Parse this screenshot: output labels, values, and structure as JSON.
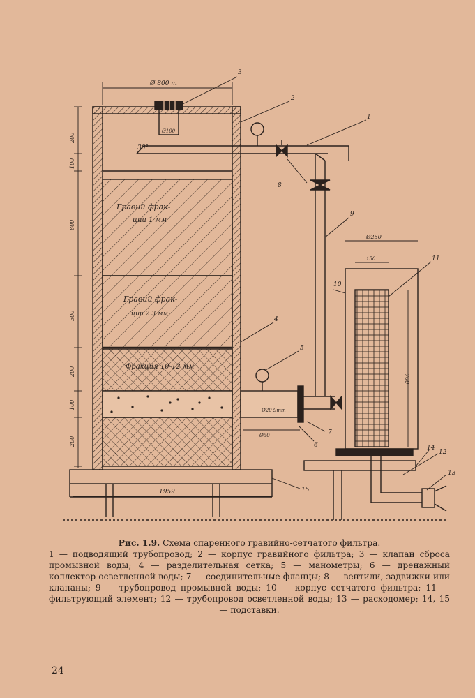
{
  "drawing": {
    "dimensions": {
      "top_diameter": "Ø 800 т",
      "valve_diameter": "Ø100",
      "angle": "30°",
      "height_1": "200",
      "height_2": "100",
      "height_3": "800",
      "height_4": "500",
      "height_5": "200",
      "height_6": "100",
      "height_7": "200",
      "base_width": "1959",
      "outlet_diameter": "Ø50",
      "drain_holes": "Ø20 9тт",
      "net_outer_width": "Ø250",
      "net_inner_width": "150",
      "net_height": "700"
    },
    "layers": {
      "layer_1_line_1": "Гравий фрак-",
      "layer_1_line_2": "ции 1 мм",
      "layer_2_line_1": "Гравий фрак-",
      "layer_2_line_2": "ции 2 3 мм",
      "layer_3": "Фракция 10-12 мм"
    },
    "callouts": {
      "n1": "1",
      "n2": "2",
      "n3": "3",
      "n4": "4",
      "n5": "5",
      "n6": "6",
      "n7": "7",
      "n8": "8",
      "n9": "9",
      "n10": "10",
      "n11": "11",
      "n12": "12",
      "n13": "13",
      "n14": "14",
      "n15": "15"
    }
  },
  "caption": {
    "label": "Рис. 1.9.",
    "title": "Схема спаренного гравийно-сетчатого фильтра.",
    "legend": "1 — подводящий трубопровод; 2 — корпус гравийного фильтра; 3 — клапан сброса промывной воды; 4 — разделительная сетка; 5 — манометры; 6 — дренажный коллектор осветленной воды; 7 — соединительные фланцы; 8 — вентили, задвижки или клапаны; 9 — трубопровод промывной воды; 10 — корпус сетчатого фильтра; 11 — фильтрующий элемент; 12 — трубопровод осветленной воды; 13 — расходомер; 14, 15 — подставки."
  },
  "page_number": "24",
  "colors": {
    "paper": "#e2b89a",
    "ink": "#2a211d"
  }
}
